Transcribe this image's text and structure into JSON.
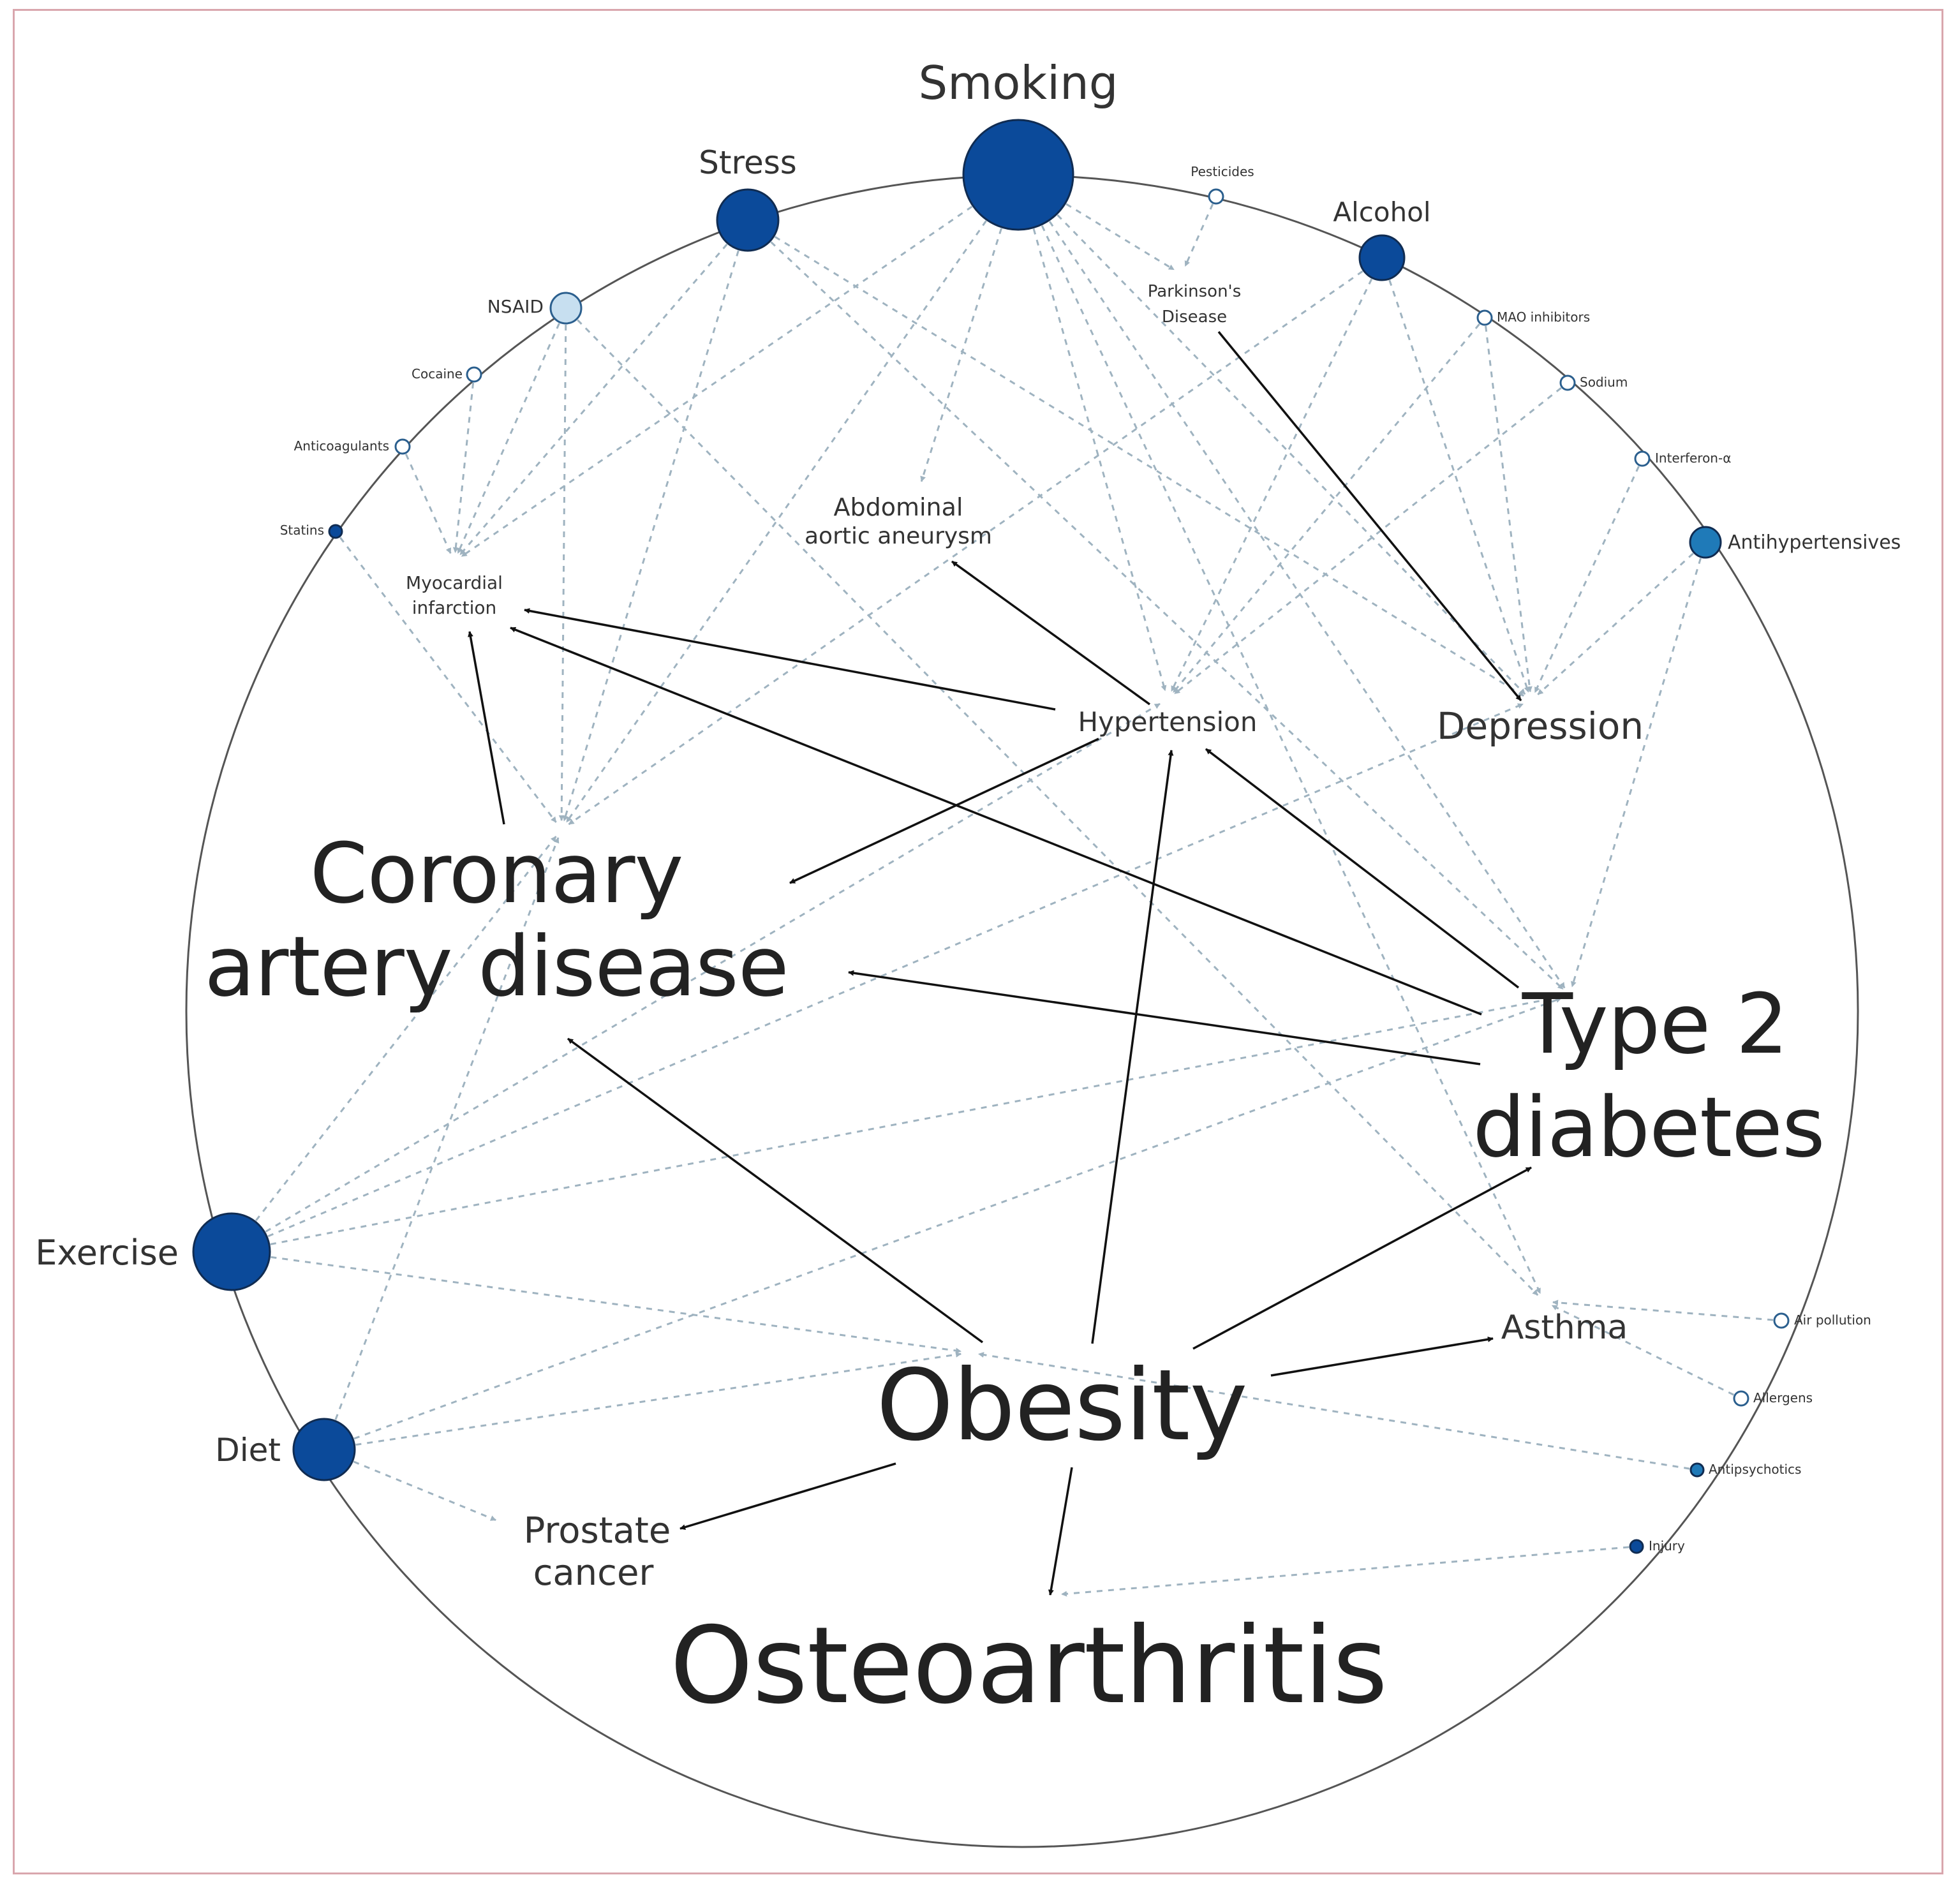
{
  "nodes": {
    "smoking": {
      "label": "Smoking"
    },
    "stress": {
      "label": "Stress"
    },
    "nsaid": {
      "label": "NSAID"
    },
    "cocaine": {
      "label": "Cocaine"
    },
    "anticoagulants": {
      "label": "Anticoagulants"
    },
    "statins": {
      "label": "Statins"
    },
    "pesticides": {
      "label": "Pesticides"
    },
    "alcohol": {
      "label": "Alcohol"
    },
    "mao": {
      "label": "MAO inhibitors"
    },
    "sodium": {
      "label": "Sodium"
    },
    "interferon": {
      "label": "Interferon-α"
    },
    "antihypertensives": {
      "label": "Antihypertensives"
    },
    "exercise": {
      "label": "Exercise"
    },
    "diet": {
      "label": "Diet"
    },
    "air_pollution": {
      "label": "Air pollution"
    },
    "allergens": {
      "label": "Allergens"
    },
    "antipsychotics": {
      "label": "Antipsychotics"
    },
    "injury": {
      "label": "Injury"
    }
  },
  "diseases": {
    "parkinsons": {
      "line1": "Parkinson's",
      "line2": "Disease"
    },
    "aaa": {
      "line1": "Abdominal",
      "line2": "aortic aneurysm"
    },
    "mi": {
      "line1": "Myocardial",
      "line2": "infarction"
    },
    "hypertension": {
      "label": "Hypertension"
    },
    "depression": {
      "label": "Depression"
    },
    "cad": {
      "line1": "Coronary",
      "line2": "artery disease"
    },
    "t2d": {
      "line1": "Type 2",
      "line2": "diabetes"
    },
    "asthma": {
      "label": "Asthma"
    },
    "obesity": {
      "label": "Obesity"
    },
    "prostate": {
      "line1": "Prostate",
      "line2": "cancer"
    },
    "osteoarthritis": {
      "label": "Osteoarthritis"
    }
  },
  "colors": {
    "strong": "#0b4a9a",
    "medium": "#1f7ab8",
    "light": "#c7dff0",
    "dashed_edge": "#9fb3c0",
    "solid_edge": "#111111",
    "circle": "#555555"
  },
  "edges": {
    "dashed": [
      [
        "smoking",
        "mi"
      ],
      [
        "smoking",
        "cad"
      ],
      [
        "smoking",
        "aaa"
      ],
      [
        "smoking",
        "parkinsons"
      ],
      [
        "smoking",
        "hypertension"
      ],
      [
        "smoking",
        "t2d"
      ],
      [
        "smoking",
        "depression"
      ],
      [
        "smoking",
        "asthma"
      ],
      [
        "stress",
        "mi"
      ],
      [
        "stress",
        "cad"
      ],
      [
        "stress",
        "depression"
      ],
      [
        "stress",
        "t2d"
      ],
      [
        "nsaid",
        "mi"
      ],
      [
        "nsaid",
        "cad"
      ],
      [
        "nsaid",
        "asthma"
      ],
      [
        "cocaine",
        "mi"
      ],
      [
        "anticoagulants",
        "mi"
      ],
      [
        "statins",
        "cad"
      ],
      [
        "pesticides",
        "parkinsons"
      ],
      [
        "alcohol",
        "cad"
      ],
      [
        "alcohol",
        "hypertension"
      ],
      [
        "alcohol",
        "depression"
      ],
      [
        "mao",
        "hypertension"
      ],
      [
        "mao",
        "depression"
      ],
      [
        "sodium",
        "hypertension"
      ],
      [
        "interferon",
        "depression"
      ],
      [
        "antihypertensives",
        "depression"
      ],
      [
        "antihypertensives",
        "t2d"
      ],
      [
        "exercise",
        "cad"
      ],
      [
        "exercise",
        "hypertension"
      ],
      [
        "exercise",
        "depression"
      ],
      [
        "exercise",
        "t2d"
      ],
      [
        "exercise",
        "obesity"
      ],
      [
        "diet",
        "cad"
      ],
      [
        "diet",
        "obesity"
      ],
      [
        "diet",
        "prostate"
      ],
      [
        "diet",
        "t2d"
      ],
      [
        "air_pollution",
        "asthma"
      ],
      [
        "allergens",
        "asthma"
      ],
      [
        "antipsychotics",
        "obesity"
      ],
      [
        "injury",
        "osteoarthritis"
      ]
    ],
    "solid": [
      [
        "parkinsons",
        "depression"
      ],
      [
        "hypertension",
        "aaa"
      ],
      [
        "hypertension",
        "mi"
      ],
      [
        "hypertension",
        "cad"
      ],
      [
        "cad",
        "mi"
      ],
      [
        "t2d",
        "mi"
      ],
      [
        "t2d",
        "hypertension"
      ],
      [
        "t2d",
        "cad"
      ],
      [
        "obesity",
        "cad"
      ],
      [
        "obesity",
        "hypertension"
      ],
      [
        "obesity",
        "t2d"
      ],
      [
        "obesity",
        "asthma"
      ],
      [
        "obesity",
        "prostate"
      ],
      [
        "obesity",
        "osteoarthritis"
      ]
    ]
  }
}
